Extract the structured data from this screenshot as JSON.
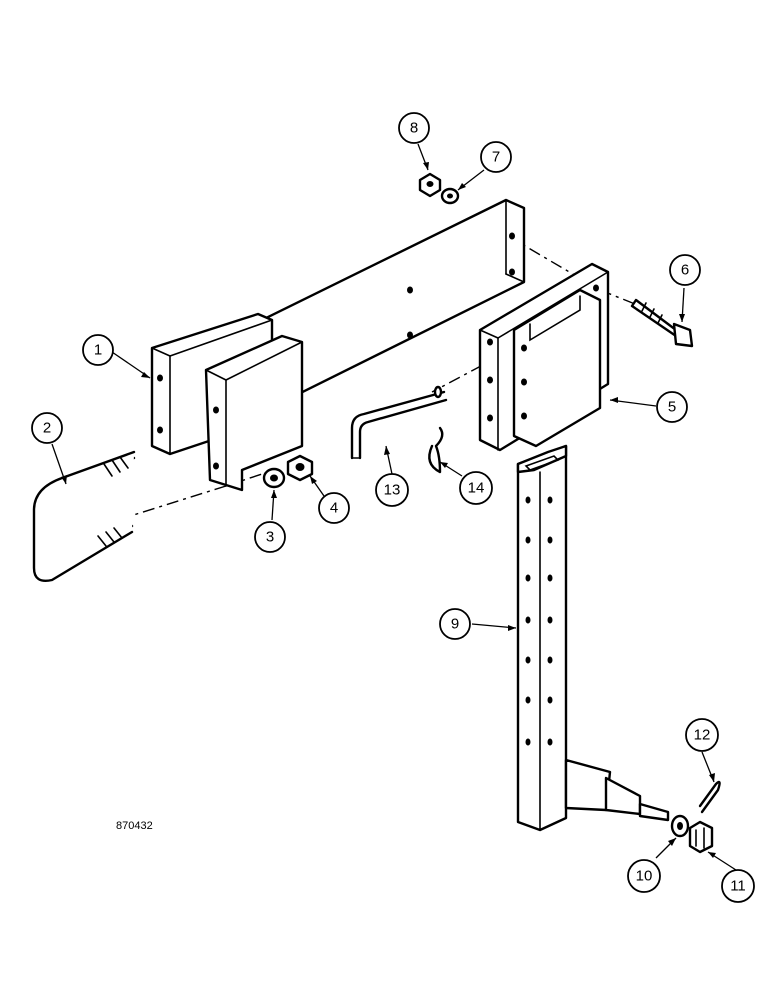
{
  "figure_ref": "870432",
  "callouts": [
    {
      "label": "1"
    },
    {
      "label": "2"
    },
    {
      "label": "3"
    },
    {
      "label": "4"
    },
    {
      "label": "5"
    },
    {
      "label": "6"
    },
    {
      "label": "7"
    },
    {
      "label": "8"
    },
    {
      "label": "9"
    },
    {
      "label": "10"
    },
    {
      "label": "11"
    },
    {
      "label": "12"
    },
    {
      "label": "13"
    },
    {
      "label": "14"
    }
  ]
}
